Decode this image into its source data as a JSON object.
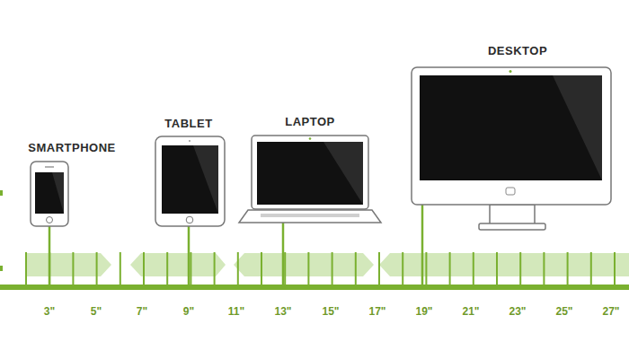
{
  "diagram": {
    "labels": [
      "SMARTPHONE",
      "TABLET",
      "LAPTOP",
      "DESKTOP",
      "3\"",
      "5\"",
      "7\"",
      "9\"",
      "11\"",
      "13\"",
      "15\"",
      "17\"",
      "19\"",
      "21\"",
      "23\"",
      "25\"",
      "27\""
    ]
  }
}
